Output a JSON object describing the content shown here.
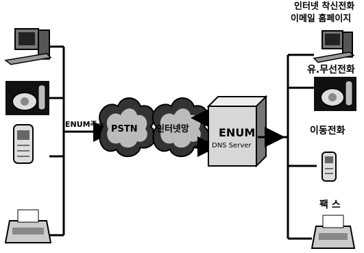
{
  "labels": {
    "enum_address": "ENUM주소",
    "pstn": "PSTN",
    "internet_network": "인터넷망",
    "enum_server_title": "ENUM",
    "enum_server_subtitle": "DNS Server",
    "services_line1": "인터넷 착신전화",
    "services_line2": "이메일 홈페이지",
    "wired_wireless_phone": "유.무선전화",
    "mobile_phone": "이동전화",
    "fax": "팩 스"
  },
  "left_devices": [
    "computer-icon",
    "desk-phone-icon",
    "mobile-phone-icon",
    "fax-machine-icon"
  ],
  "right_devices": [
    "computer-icon",
    "desk-phone-icon",
    "mobile-phone-icon",
    "fax-machine-icon"
  ],
  "colors": {
    "ink": "#000000",
    "server_fill": "#d8d8d8",
    "device_gray": "#8a8a8a"
  }
}
